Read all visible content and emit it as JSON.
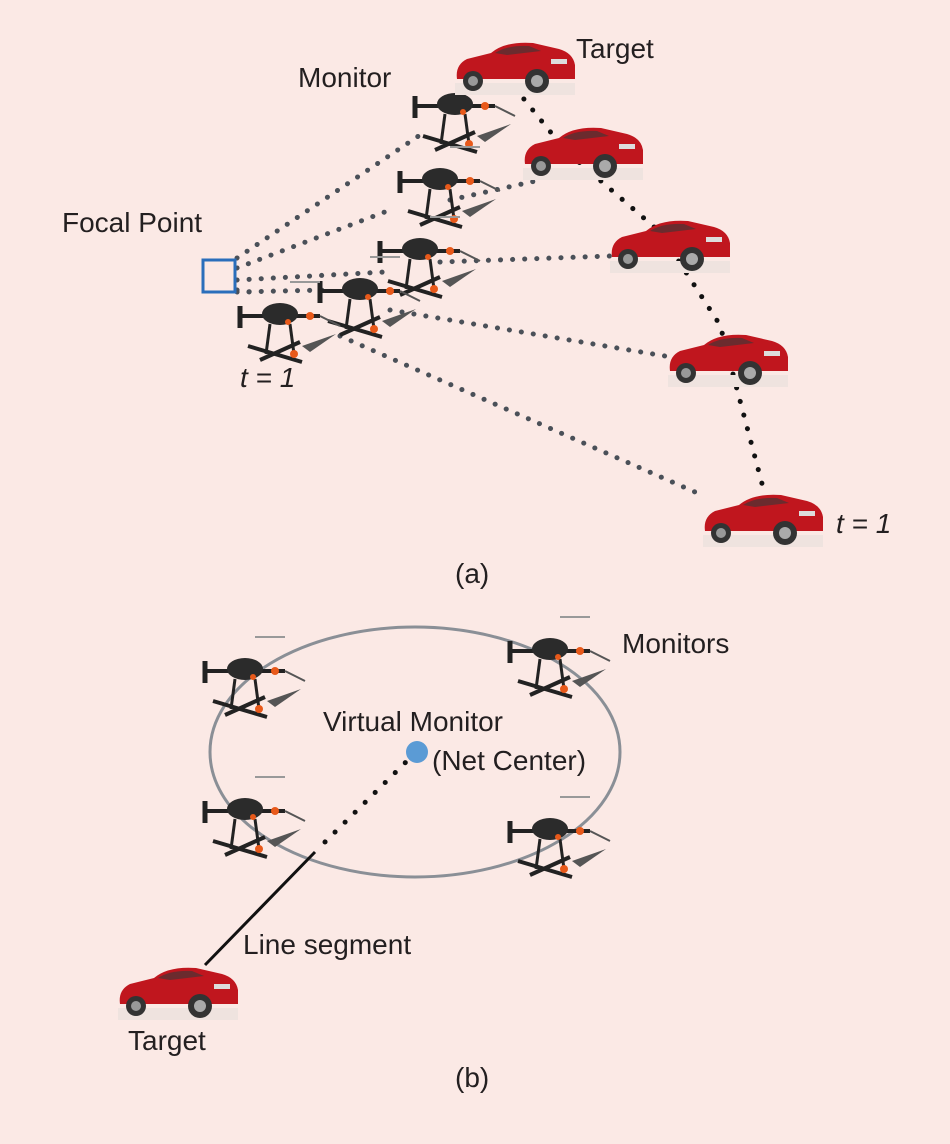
{
  "panel_a": {
    "caption": "(a)",
    "labels": {
      "monitor": "Monitor",
      "target": "Target",
      "focal_point": "Focal Point",
      "drone_t1": "t = 1",
      "car_t1": "t = 1"
    },
    "drone_count": 5,
    "car_count": 5
  },
  "panel_b": {
    "caption": "(b)",
    "labels": {
      "monitors": "Monitors",
      "virtual_monitor": "Virtual Monitor",
      "net_center": "(Net Center)",
      "line_segment": "Line segment",
      "target": "Target"
    },
    "drone_count": 4
  },
  "colors": {
    "background": "#fbe9e5",
    "focal_box": "#2a6ebb",
    "net_center": "#5b9bd5",
    "car": "#c0161e",
    "dots_gray": "#4a5058",
    "dots_black": "#111111",
    "ellipse": "#8a8f96"
  }
}
